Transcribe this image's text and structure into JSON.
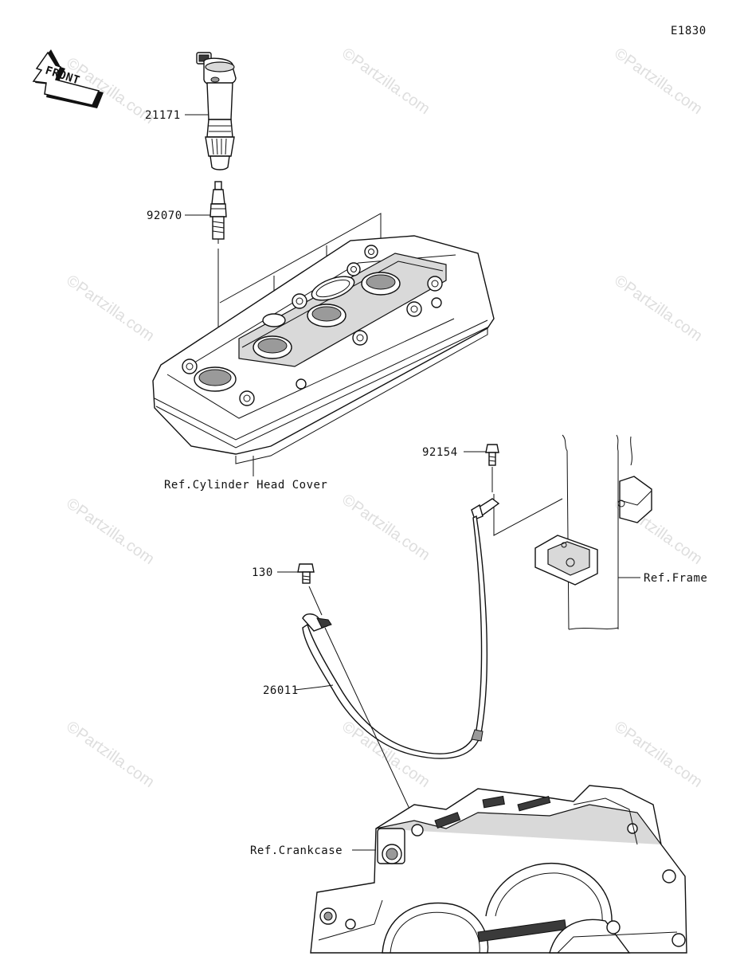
{
  "diagram_code": "E1830",
  "front_arrow": {
    "label": "FRONT"
  },
  "labels": {
    "ignition_coil": "21171",
    "spark_plug": "92070",
    "cylinder_head_cover": "Ref.Cylinder Head Cover",
    "bolt_upper": "92154",
    "frame": "Ref.Frame",
    "bolt_lower": "130",
    "ground_lead": "26011",
    "crankcase": "Ref.Crankcase"
  },
  "watermark": "©Partzilla.com"
}
